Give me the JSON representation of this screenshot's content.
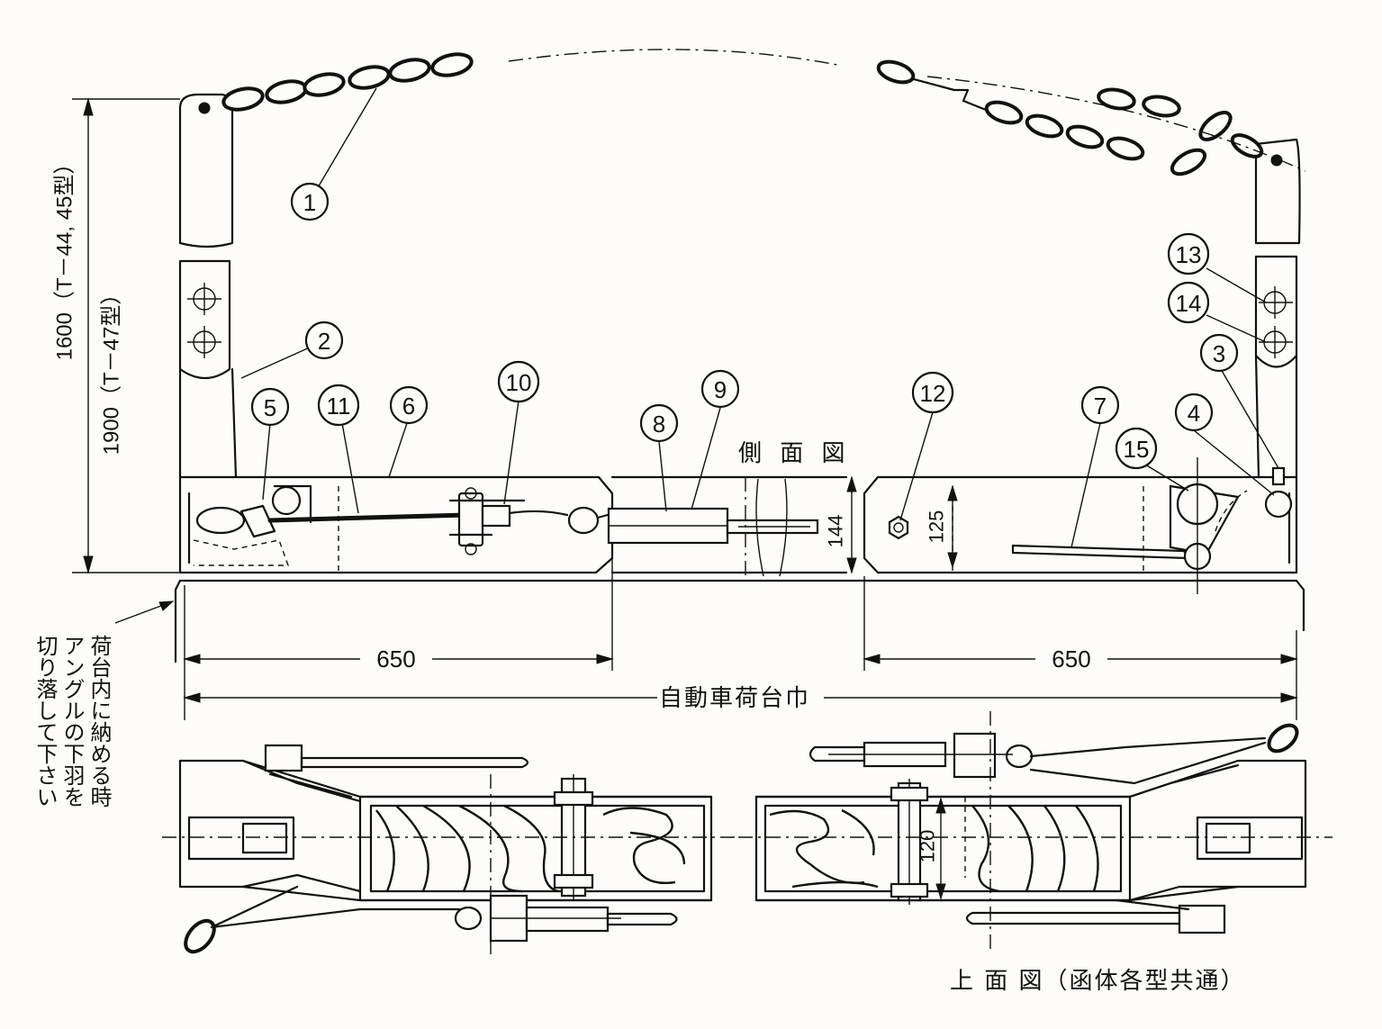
{
  "labels": {
    "side_view": "側 面 図",
    "top_view": "上 面 図（函体各型共通）",
    "truck_bed_width": "自動車荷台巾",
    "note_line1": "荷台内に納める時",
    "note_line2": "アングルの下羽を",
    "note_line3": "切り落して下さい"
  },
  "dimensions": {
    "height_a": "1600（T－44, 45型）",
    "height_b": "1900（T－47型）",
    "left_span": "650",
    "right_span": "650",
    "side_height_144": "144",
    "side_height_125": "125",
    "top_width_120": "120"
  },
  "callouts": [
    "1",
    "2",
    "3",
    "4",
    "5",
    "6",
    "7",
    "8",
    "9",
    "10",
    "11",
    "12",
    "13",
    "14",
    "15"
  ]
}
